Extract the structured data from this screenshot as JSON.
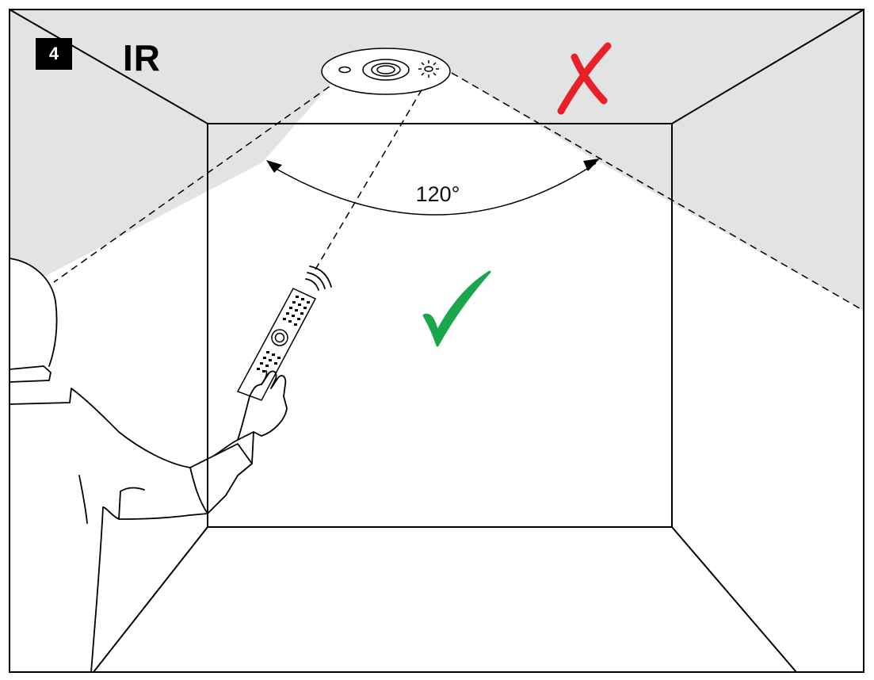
{
  "figure": {
    "step_number": "4",
    "mode_label": "IR",
    "angle_label": "120°"
  },
  "sensor": {
    "field_of_view_degrees": 120
  },
  "marks": {
    "valid_zone": {
      "icon": "check-icon",
      "color": "#1aa64a"
    },
    "invalid_zone": {
      "icon": "cross-icon",
      "color": "#e8202a"
    }
  },
  "colors": {
    "outside_zone_fill": "#e3e3e3",
    "line": "#000000"
  }
}
